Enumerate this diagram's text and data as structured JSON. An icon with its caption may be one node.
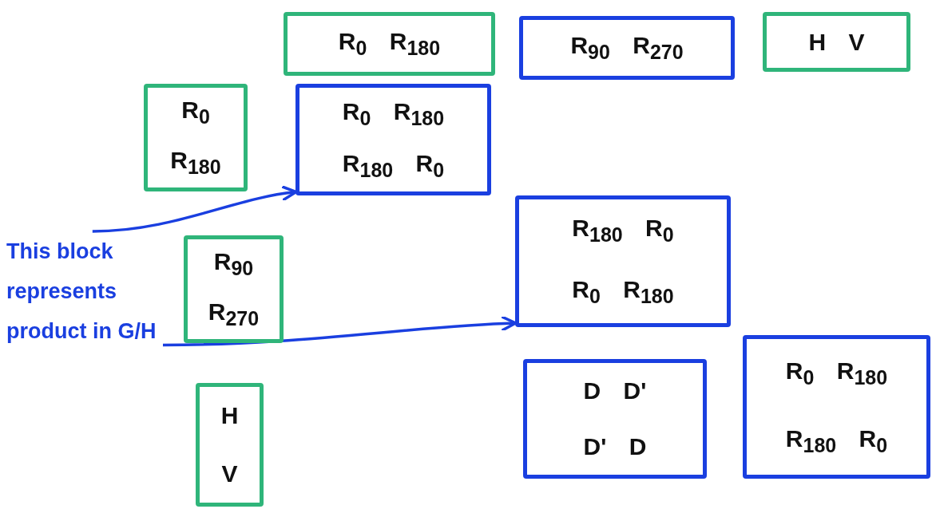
{
  "diagram": {
    "nodes": [
      {
        "text": [
          "R$_{0}$ R$_{180}$"
        ]
      },
      {
        "text": [
          "R$_{90}$ R$_{270}$"
        ]
      },
      {
        "text": [
          "H V"
        ]
      },
      {
        "text": [
          "R$_{0}$",
          "R$_{180}$"
        ]
      },
      {
        "text": [
          "R$_{90}$",
          "R$_{270}$"
        ]
      },
      {
        "text": [
          "H",
          "V"
        ]
      },
      {
        "text": [
          "R$_{0}$ R$_{180}$",
          "R$_{180}$ R$_{0}$"
        ]
      },
      {
        "text": [
          "R$_{180}$ R$_{0}$",
          "R$_{0}$ R$_{180}$"
        ]
      },
      {
        "text": [
          "D D'",
          "D' D"
        ]
      },
      {
        "text": [
          "R$_{0}$ R$_{180}$",
          "R$_{180}$ R$_{0}$"
        ]
      },
      {
        "text": [
          "This block represents product in G/H"
        ]
      }
    ],
    "edges": [
      {
        "from": 10,
        "to": 6,
        "arrow": "to"
      },
      {
        "from": 10,
        "to": 7,
        "arrow": "to"
      }
    ]
  }
}
